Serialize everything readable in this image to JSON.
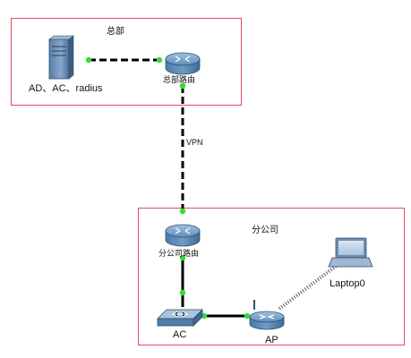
{
  "zones": {
    "hq": {
      "label": "总部"
    },
    "branch": {
      "label": "分公司"
    }
  },
  "nodes": {
    "server": {
      "label": "AD、AC、radius",
      "icon": "server-icon"
    },
    "hq_router": {
      "label": "总部路由",
      "icon": "router-icon"
    },
    "branch_router": {
      "label": "分公司路由",
      "icon": "router-icon"
    },
    "ac": {
      "label": "AC",
      "icon": "switch-icon"
    },
    "ap": {
      "label": "AP",
      "icon": "access-point-icon"
    },
    "laptop": {
      "label": "Laptop0",
      "icon": "laptop-icon"
    }
  },
  "links": {
    "vpn": {
      "label": "VPN"
    }
  },
  "colors": {
    "zone_border": "#e34b5a",
    "link_port": "#33dd33",
    "device_blue": "#5a87b3"
  }
}
